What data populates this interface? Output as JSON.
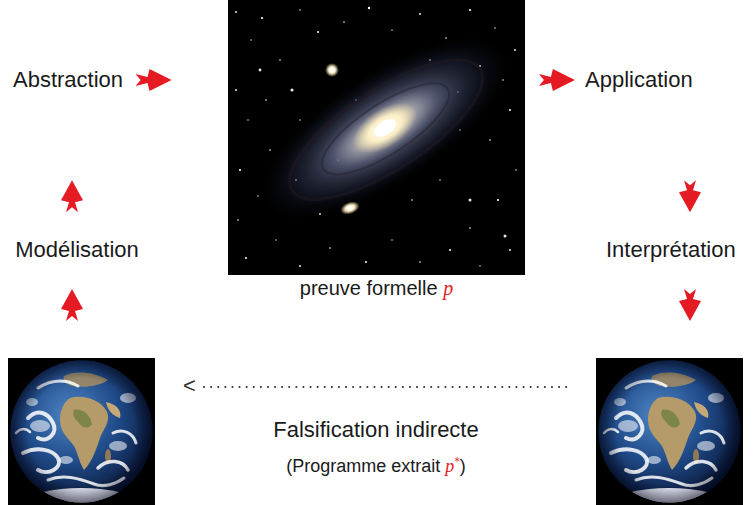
{
  "diagram": {
    "nodes": [
      {
        "text": [
          "Abstraction"
        ]
      },
      {
        "text": [
          "Modélisation"
        ]
      },
      {
        "text": [
          "preuve formelle p"
        ]
      },
      {
        "text": [
          "Application"
        ]
      },
      {
        "text": [
          "Interprétation"
        ]
      }
    ],
    "edges": [
      {
        "from": 1,
        "to": 0,
        "arrow": "to"
      },
      {
        "from": 0,
        "to": 2,
        "arrow": "to"
      },
      {
        "from": 2,
        "to": 3,
        "arrow": "to"
      },
      {
        "from": 3,
        "to": 4,
        "arrow": "to"
      }
    ],
    "labels": [
      "<",
      "Falsification indirecte",
      "(Programme extrait p*)"
    ]
  }
}
